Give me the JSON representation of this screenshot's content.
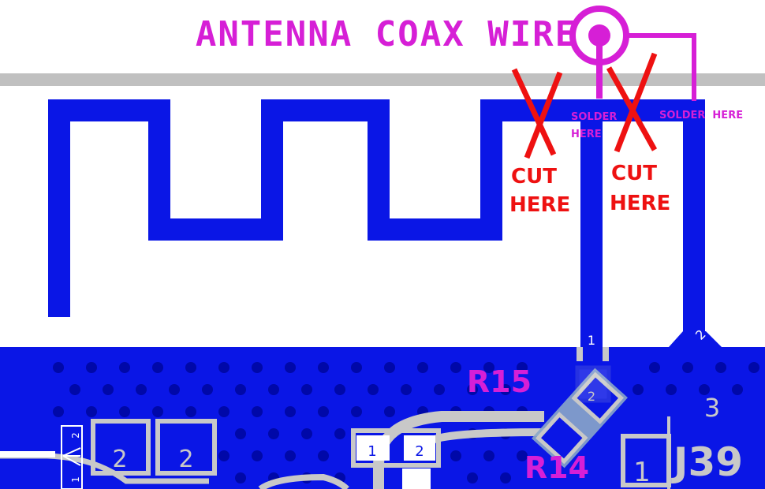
{
  "title": "ANTENNA COAX WIRE",
  "annotations": {
    "cut_left": [
      "CUT",
      "HERE"
    ],
    "cut_right": [
      "CUT",
      "HERE"
    ],
    "solder_left": [
      "SOLDER",
      "HERE"
    ],
    "solder_right": "SOLDER  HERE"
  },
  "components": {
    "r15": "R15",
    "r14": "R14",
    "j39": "J39"
  },
  "pads": {
    "pin1_top": "1",
    "pin2_top": "2",
    "j39_pin3": "3",
    "j39_pin1": "1",
    "r15_pin2": "2",
    "pad_a": "2",
    "pad_b": "2",
    "small_pad_1": "1",
    "small_pad_2": "2",
    "diode_1": "1",
    "diode_2": "2"
  },
  "colors": {
    "trace": "#0a16e6",
    "ground_plane": "#0a16e6",
    "via": "#0008a8",
    "annotation_magenta": "#d61fd6",
    "cut_red": "#ee1111",
    "silk_gray": "#c8c8c8",
    "board_edge": "#c0c0c0"
  }
}
